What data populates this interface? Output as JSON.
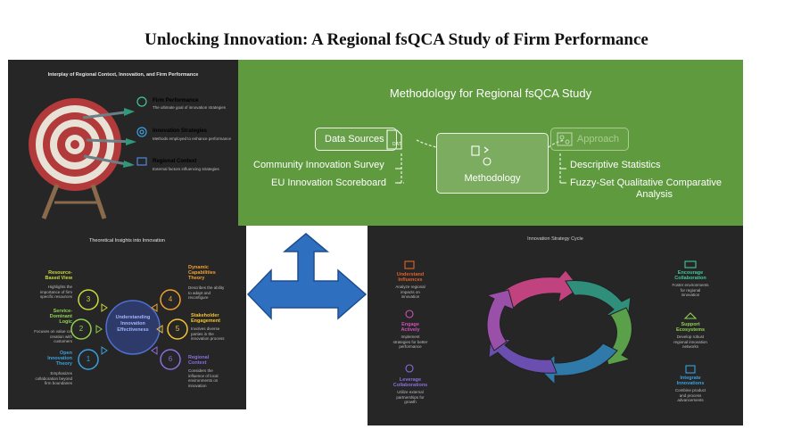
{
  "title": "Unlocking Innovation: A Regional fsQCA Study of Firm Performance",
  "panel1": {
    "title": "Interplay of Regional Context, Innovation, and Firm Performance",
    "items": [
      {
        "label": "Firm Performance",
        "desc": "The ultimate goal of innovation strategies",
        "color": "#3fc79a"
      },
      {
        "label": "Innovation Strategies",
        "desc": "Methods employed to enhance performance",
        "color": "#3aa0e0"
      },
      {
        "label": "Regional Context",
        "desc": "External factors influencing strategies",
        "color": "#4f86d9"
      }
    ]
  },
  "panel2": {
    "title": "Methodology for Regional fsQCA Study",
    "data_sources": "Data Sources",
    "dat": "DAT",
    "methodology": "Methodology",
    "approach": "Approach",
    "left_items": [
      "Community Innovation Survey",
      "EU Innovation Scoreboard"
    ],
    "right_items": [
      "Descriptive Statistics",
      "Fuzzy-Set Qualitative Comparative",
      "Analysis"
    ]
  },
  "panel3": {
    "title": "Theoretical Insights into Innovation",
    "center": [
      "Understanding",
      "Innovation",
      "Effectiveness"
    ],
    "numbers": [
      "3",
      "2",
      "1",
      "4",
      "5",
      "6"
    ],
    "left": [
      {
        "label": [
          "Resource-",
          "Based View"
        ],
        "desc": [
          "Highlights the",
          "importance of firm",
          "specific resources"
        ],
        "color": "#c9d93a"
      },
      {
        "label": [
          "Service-",
          "Dominant",
          "Logic"
        ],
        "desc": [
          "Focuses on value co-",
          "creation with",
          "customers"
        ],
        "color": "#8fd14f"
      },
      {
        "label": [
          "Open",
          "Innovation",
          "Theory"
        ],
        "desc": [
          "Emphasizes",
          "collaboration beyond",
          "firm boundaries"
        ],
        "color": "#3aa0e0"
      }
    ],
    "right": [
      {
        "label": [
          "Dynamic",
          "Capabilities",
          "Theory"
        ],
        "desc": [
          "Describes the ability",
          "to adapt and",
          "reconfigure"
        ],
        "color": "#f0a030"
      },
      {
        "label": [
          "Stakeholder",
          "Engagement"
        ],
        "desc": [
          "Involves diverse",
          "parties in the",
          "innovation process"
        ],
        "color": "#f5c330"
      },
      {
        "label": [
          "Regional",
          "Context"
        ],
        "desc": [
          "Considers the",
          "influence of local",
          "environments on",
          "innovation"
        ],
        "color": "#8a6ee0"
      }
    ]
  },
  "panel4": {
    "title": "Innovation Strategy Cycle",
    "left": [
      {
        "label": [
          "Understand",
          "Influences"
        ],
        "desc": [
          "Analyze regional",
          "impacts on",
          "innovation"
        ],
        "color": "#e0602a"
      },
      {
        "label": [
          "Engage",
          "Actively"
        ],
        "desc": [
          "Implement",
          "strategies for better",
          "performance"
        ],
        "color": "#d050b8"
      },
      {
        "label": [
          "Leverage",
          "Collaborations"
        ],
        "desc": [
          "Utilize external",
          "partnerships for",
          "growth"
        ],
        "color": "#8a6ee0"
      }
    ],
    "right": [
      {
        "label": [
          "Encourage",
          "Collaboration"
        ],
        "desc": [
          "Foster environments",
          "for regional",
          "innovation"
        ],
        "color": "#3fc79a"
      },
      {
        "label": [
          "Support",
          "Ecosystems"
        ],
        "desc": [
          "Develop robust",
          "regional innovation",
          "networks"
        ],
        "color": "#8fd14f"
      },
      {
        "label": [
          "Integrate",
          "Innovations"
        ],
        "desc": [
          "Combine product",
          "and process",
          "advancements"
        ],
        "color": "#3aa0e0"
      }
    ]
  }
}
